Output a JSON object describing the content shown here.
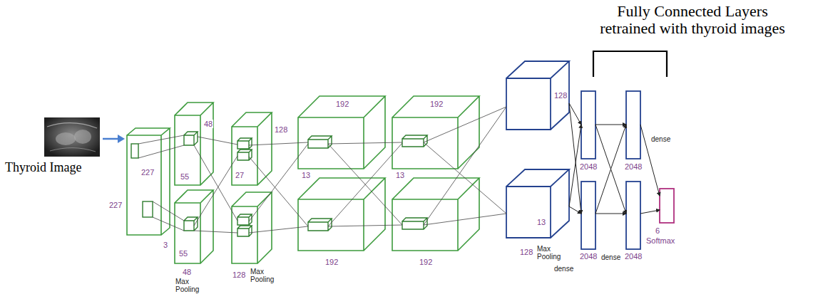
{
  "diagram": {
    "labels": [
      "Fully Connected Layers retrained with thyroid images",
      "Thyroid Image",
      "227",
      "227",
      "3",
      "55",
      "48",
      "55",
      "48",
      "Max Pooling",
      "27",
      "128",
      "128",
      "Max Pooling",
      "192",
      "13",
      "192",
      "192",
      "13",
      "192",
      "128",
      "13",
      "128",
      "Max Pooling",
      "dense",
      "2048",
      "2048",
      "dense",
      "2048",
      "dense",
      "2048",
      "6",
      "Softmax"
    ]
  }
}
